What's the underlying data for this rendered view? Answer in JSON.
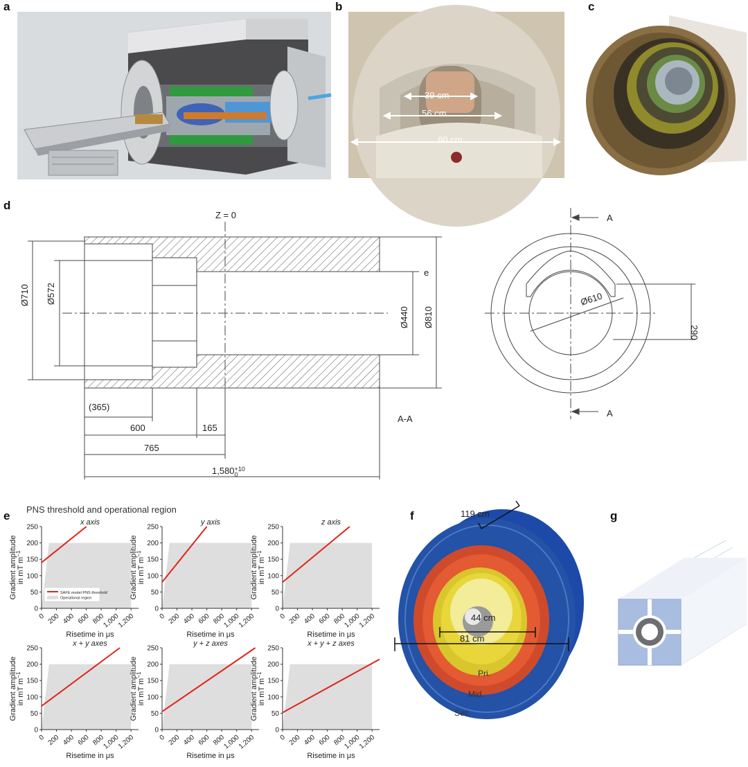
{
  "panels": {
    "a": "a",
    "b": "b",
    "c": "c",
    "d": "d",
    "e": "e",
    "f": "f",
    "g": "g"
  },
  "panel_b": {
    "dims": [
      "39 cm",
      "56 cm",
      "60 cm"
    ]
  },
  "panel_d": {
    "z0": "Z = 0",
    "d710": "Ø710",
    "d572": "Ø572",
    "d440": "Ø440",
    "d810": "Ø810",
    "e_label": "e",
    "l365": "(365)",
    "l600": "600",
    "l165": "165",
    "l765": "765",
    "l1580": "1,580",
    "l1580_sup": "+10",
    "l1580_sub": "0",
    "section": "A-A",
    "cut_a": "A",
    "d610": "Ø610",
    "l290": "290"
  },
  "panel_e": {
    "title": "PNS threshold and operational region",
    "ylabel_1": "Gradient amplitude",
    "ylabel_2": "in mT m",
    "ylabel_sup": "−1",
    "xlabel": "Risetime in μs",
    "legend": [
      "SAFE model PNS threshold",
      "Operational region"
    ]
  },
  "chart_data": [
    {
      "type": "line",
      "title": "x axis",
      "x": [
        0,
        600
      ],
      "series": [
        {
          "name": "SAFE model PNS threshold",
          "values": [
            140,
            250
          ]
        }
      ],
      "xlim": [
        0,
        1300
      ],
      "ylim": [
        0,
        250
      ],
      "operational_region": {
        "x": [
          0,
          100,
          1200
        ],
        "y": [
          0,
          200,
          200
        ]
      }
    },
    {
      "type": "line",
      "title": "y axis",
      "x": [
        0,
        600
      ],
      "series": [
        {
          "name": "SAFE model PNS threshold",
          "values": [
            80,
            250
          ]
        }
      ],
      "xlim": [
        0,
        1300
      ],
      "ylim": [
        0,
        250
      ],
      "operational_region": {
        "x": [
          0,
          100,
          1200
        ],
        "y": [
          0,
          200,
          200
        ]
      }
    },
    {
      "type": "line",
      "title": "z axis",
      "x": [
        0,
        900
      ],
      "series": [
        {
          "name": "SAFE model PNS threshold",
          "values": [
            80,
            250
          ]
        }
      ],
      "xlim": [
        0,
        1300
      ],
      "ylim": [
        0,
        250
      ],
      "operational_region": {
        "x": [
          0,
          100,
          1200
        ],
        "y": [
          0,
          200,
          200
        ]
      }
    },
    {
      "type": "line",
      "title": "x + y axes",
      "x": [
        0,
        1050
      ],
      "series": [
        {
          "name": "SAFE model PNS threshold",
          "values": [
            72,
            250
          ]
        }
      ],
      "xlim": [
        0,
        1300
      ],
      "ylim": [
        0,
        250
      ],
      "operational_region": {
        "x": [
          0,
          100,
          1200
        ],
        "y": [
          0,
          200,
          200
        ]
      }
    },
    {
      "type": "line",
      "title": "y + z axes",
      "x": [
        0,
        1250
      ],
      "series": [
        {
          "name": "SAFE model PNS threshold",
          "values": [
            55,
            250
          ]
        }
      ],
      "xlim": [
        0,
        1300
      ],
      "ylim": [
        0,
        250
      ],
      "operational_region": {
        "x": [
          0,
          100,
          1200
        ],
        "y": [
          0,
          200,
          200
        ]
      }
    },
    {
      "type": "line",
      "title": "x + y + z axes",
      "x": [
        0,
        1300
      ],
      "series": [
        {
          "name": "SAFE model PNS threshold",
          "values": [
            52,
            215
          ]
        }
      ],
      "xlim": [
        0,
        1300
      ],
      "ylim": [
        0,
        250
      ],
      "operational_region": {
        "x": [
          0,
          100,
          1200
        ],
        "y": [
          0,
          200,
          200
        ]
      }
    }
  ],
  "axis_ticks": {
    "y": [
      "0",
      "50",
      "100",
      "150",
      "200",
      "250"
    ],
    "x": [
      "0",
      "200",
      "400",
      "600",
      "800",
      "1,000",
      "1,200"
    ]
  },
  "panel_f": {
    "d119": "119 cm",
    "d44": "44 cm",
    "d81": "81 cm",
    "pri": "Pri.",
    "mid": "Mid.",
    "sec": "Sec."
  },
  "colors": {
    "threshold": "#e0241b",
    "region": "#dedede",
    "sec_coil": "#2352a6",
    "mid_coil": "#e35a33",
    "pri_coil": "#e8d63a"
  }
}
